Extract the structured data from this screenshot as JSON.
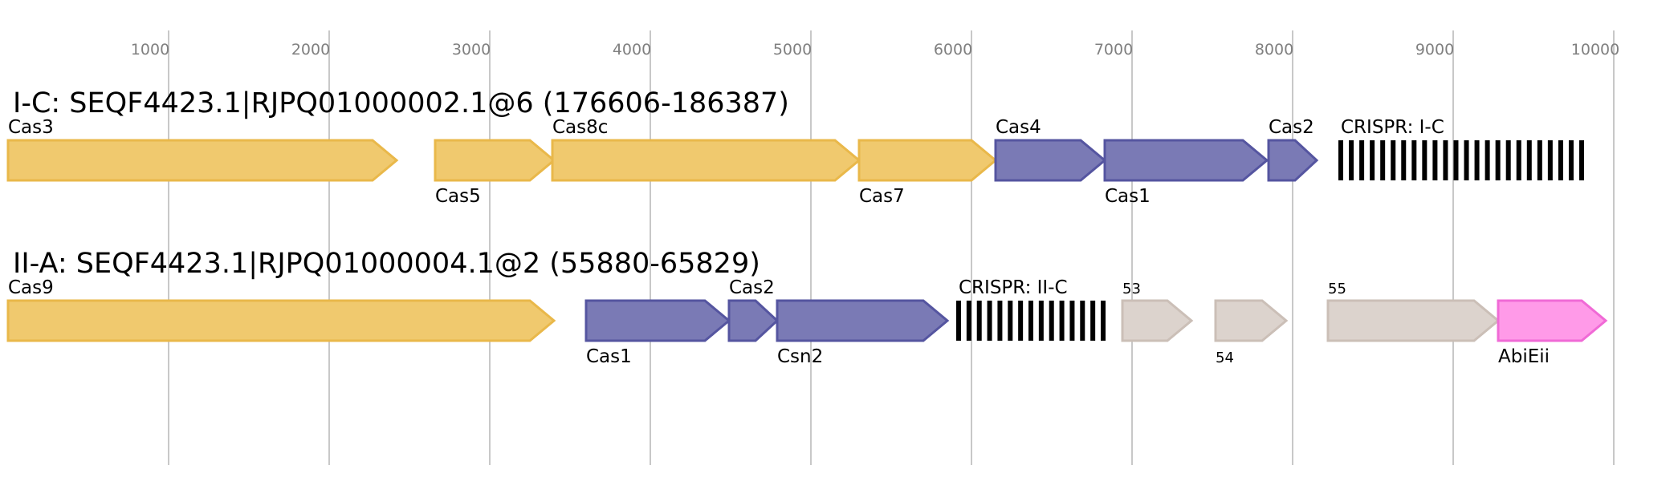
{
  "axis": {
    "ticks": [
      "1000",
      "2000",
      "3000",
      "4000",
      "5000",
      "6000",
      "7000",
      "8000",
      "9000",
      "10000"
    ]
  },
  "colors": {
    "core": "#f0c96e",
    "core_stroke": "#e9b84a",
    "adaptation": "#7a7ab5",
    "adaptation_stroke": "#5555a0",
    "other": "#dcd3cd",
    "other_stroke": "#cbbfb7",
    "abi": "#ff9ae8",
    "abi_stroke": "#f06ad6",
    "crispr": "#000000"
  },
  "tracks": [
    {
      "title": "I-C: SEQF4423.1|RJPQ01000002.1@6 (176606-186387)",
      "features": [
        {
          "label": "Cas3",
          "kind": "core",
          "start": 0,
          "end": 2420,
          "label_pos": "above"
        },
        {
          "label": "Cas5",
          "kind": "core",
          "start": 2660,
          "end": 3400,
          "label_pos": "below"
        },
        {
          "label": "Cas8c",
          "kind": "core",
          "start": 3390,
          "end": 5300,
          "label_pos": "above"
        },
        {
          "label": "Cas7",
          "kind": "core",
          "start": 5300,
          "end": 6150,
          "label_pos": "below"
        },
        {
          "label": "Cas4",
          "kind": "adaptation",
          "start": 6150,
          "end": 6830,
          "label_pos": "above"
        },
        {
          "label": "Cas1",
          "kind": "adaptation",
          "start": 6830,
          "end": 7840,
          "label_pos": "below"
        },
        {
          "label": "Cas2",
          "kind": "adaptation",
          "start": 7850,
          "end": 8150,
          "label_pos": "above"
        },
        {
          "label": "CRISPR: I-C",
          "kind": "crispr",
          "start": 8300,
          "end": 9800,
          "repeats": 24,
          "label_pos": "above"
        }
      ]
    },
    {
      "title": "II-A: SEQF4423.1|RJPQ01000004.1@2 (55880-65829)",
      "features": [
        {
          "label": "Cas9",
          "kind": "core",
          "start": 0,
          "end": 3400,
          "label_pos": "above"
        },
        {
          "label": "Cas1",
          "kind": "adaptation",
          "start": 3600,
          "end": 4490,
          "label_pos": "below"
        },
        {
          "label": "Cas2",
          "kind": "adaptation",
          "start": 4490,
          "end": 4790,
          "label_pos": "above"
        },
        {
          "label": "Csn2",
          "kind": "adaptation",
          "start": 4790,
          "end": 5850,
          "label_pos": "below"
        },
        {
          "label": "CRISPR: II-C",
          "kind": "crispr",
          "start": 5920,
          "end": 6820,
          "repeats": 15,
          "label_pos": "above"
        },
        {
          "label": "53",
          "kind": "other",
          "start": 6940,
          "end": 7370,
          "label_pos": "above",
          "small": true
        },
        {
          "label": "54",
          "kind": "other",
          "start": 7520,
          "end": 7960,
          "label_pos": "below",
          "small": true
        },
        {
          "label": "55",
          "kind": "other",
          "start": 8220,
          "end": 9280,
          "label_pos": "above",
          "small": true
        },
        {
          "label": "AbiEii",
          "kind": "abi",
          "start": 9280,
          "end": 9950,
          "label_pos": "below"
        }
      ]
    }
  ]
}
